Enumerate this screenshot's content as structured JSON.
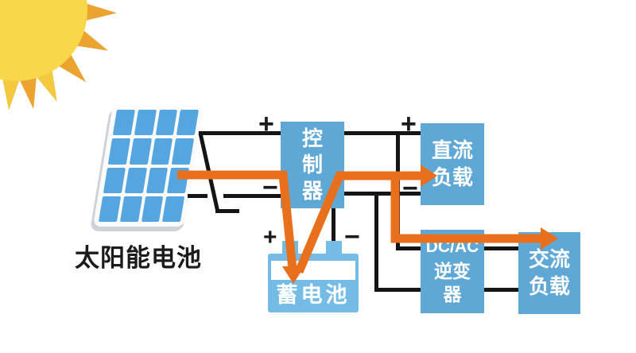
{
  "labels": {
    "solar_panel": "太阳能电池",
    "controller": "控制器",
    "dc_load": "直流负载",
    "inverter_top": "DC/AC",
    "inverter_bottom": "逆变器",
    "ac_load": "交流负载",
    "battery": "蓄电池"
  },
  "polarity": {
    "panel_plus": "+",
    "panel_minus": "−",
    "ctrl_out_plus": "+",
    "ctrl_out_minus": "−",
    "battery_plus": "+",
    "battery_minus": "−"
  },
  "colors": {
    "flow-orange": "#E8701C",
    "wire-black": "#141414",
    "box-blue": "#5FA8D5",
    "battery-blue": "#74BCE6",
    "panel-cell-blue": "#55A6E0",
    "panel-frame": "#FBFBFC",
    "panel-shadow": "#CDD2DB",
    "sun-yellow": "#F8D74B",
    "ray-yellow": "#F3C93F",
    "ray-orange": "#EDA330",
    "text-dark": "#1B1B1B"
  }
}
